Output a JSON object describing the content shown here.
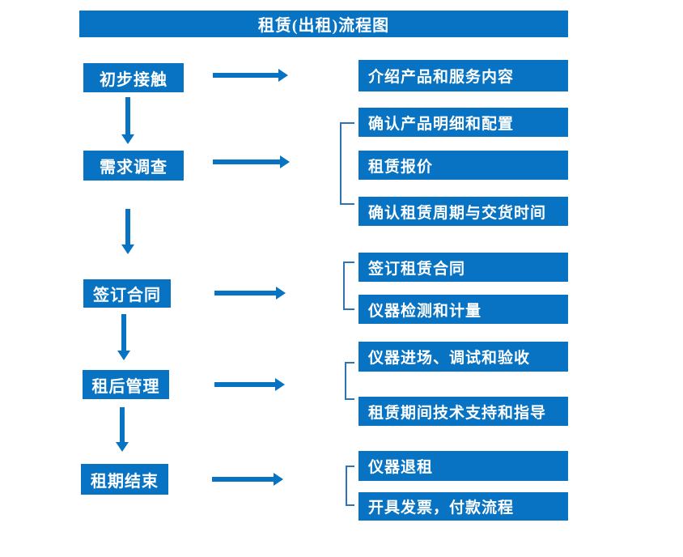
{
  "title": "租赁(出租)流程图",
  "colors": {
    "primary_blue": "#0873C2",
    "connector_blue": "#2E74B5",
    "text_white": "#FFFFFF"
  },
  "steps": [
    {
      "label": "初步接触"
    },
    {
      "label": "需求调查"
    },
    {
      "label": "签订合同"
    },
    {
      "label": "租后管理"
    },
    {
      "label": "租期结束"
    }
  ],
  "detail_groups": [
    {
      "items": [
        "介绍产品和服务内容"
      ]
    },
    {
      "items": [
        "确认产品明细和配置",
        "租赁报价",
        "确认租赁周期与交货时间"
      ]
    },
    {
      "items": [
        "签订租赁合同",
        "仪器检测和计量"
      ]
    },
    {
      "items": [
        "仪器进场、调试和验收",
        "租赁期间技术支持和指导"
      ]
    },
    {
      "items": [
        "仪器退租",
        "开具发票，付款流程"
      ]
    }
  ]
}
